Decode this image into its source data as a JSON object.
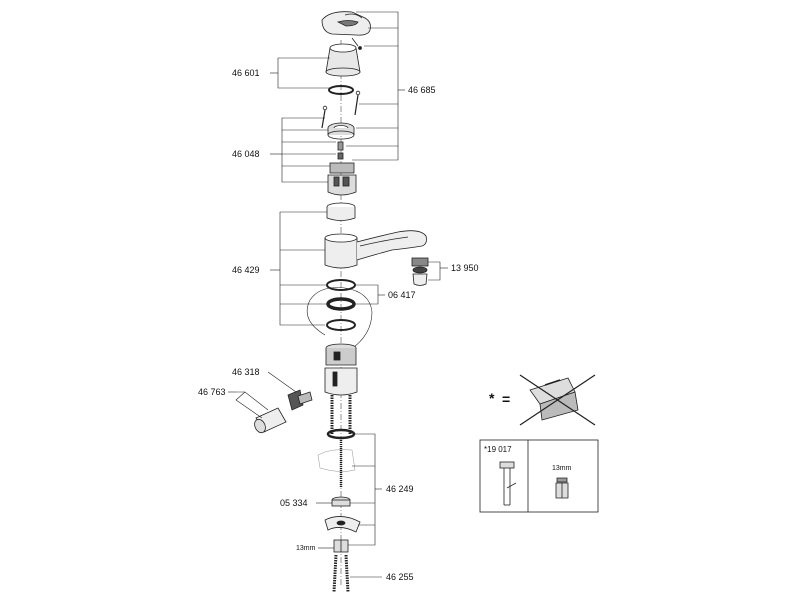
{
  "diagram": {
    "part_labels": {
      "p46601": "46 601",
      "p46685": "46 685",
      "p46048": "46 048",
      "p46429": "46 429",
      "p13950": "13 950",
      "p06417": "06 417",
      "p46318": "46 318",
      "p46763": "46 763",
      "p46249": "46 249",
      "p05334": "05 334",
      "p46255": "46 255",
      "wrench_size": "13mm"
    },
    "special_tool": {
      "asterisk": "*",
      "equals": "=",
      "part_number": "*19 017",
      "wrench_size": "13mm"
    }
  }
}
